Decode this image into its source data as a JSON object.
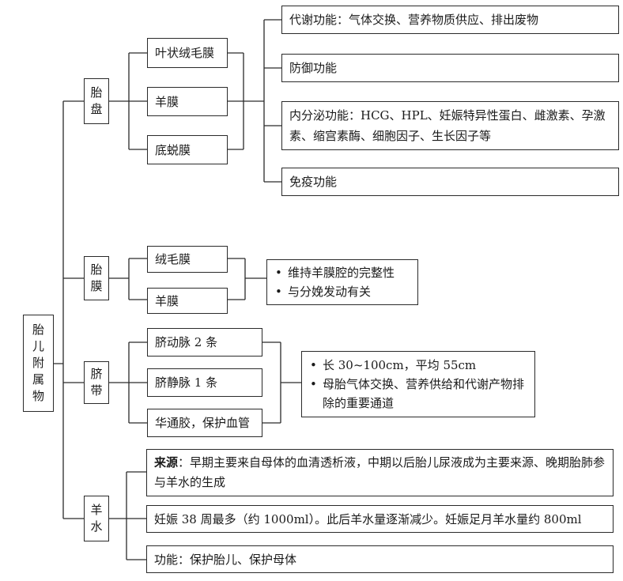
{
  "root": {
    "label": "胎儿附属物"
  },
  "placenta": {
    "label": "胎盘",
    "layers": [
      "叶状绒毛膜",
      "羊膜",
      "底蜕膜"
    ],
    "functions": [
      "代谢功能：气体交换、营养物质供应、排出废物",
      "防御功能",
      "内分泌功能：HCG、HPL、妊娠特异性蛋白、雌激素、孕激素、缩宫素酶、细胞因子、生长因子等",
      "免疫功能"
    ]
  },
  "membranes": {
    "label": "胎膜",
    "layers": [
      "绒毛膜",
      "羊膜"
    ],
    "functions": [
      "维持羊膜腔的完整性",
      "与分娩发动有关"
    ]
  },
  "cord": {
    "label": "脐带",
    "parts": [
      "脐动脉 2 条",
      "脐静脉 1 条",
      "华通胶，保护血管"
    ],
    "notes": [
      "长 30~100cm，平均 55cm",
      "母胎气体交换、营养供给和代谢产物排除的重要通道"
    ]
  },
  "fluid": {
    "label": "羊水",
    "source_label": "来源",
    "source_text": "：早期主要来自母体的血清透析液，中期以后胎儿尿液成为主要来源、晚期胎肺参与羊水的生成",
    "volume": "妊娠 38 周最多（约 1000ml）。此后羊水量逐渐减少。妊娠足月羊水量约 800ml",
    "function": "功能：保护胎儿、保护母体"
  }
}
